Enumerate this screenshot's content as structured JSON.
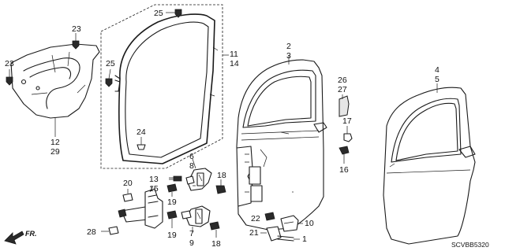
{
  "diagram_code": "SCVBB5320",
  "direction_label": "FR.",
  "callouts": {
    "c23a": "23",
    "c23b": "23",
    "c12": "12",
    "c29": "29",
    "c25a": "25",
    "c25b": "25",
    "c11": "11",
    "c14": "14",
    "c24": "24",
    "c2": "2",
    "c3": "3",
    "c26": "26",
    "c27": "27",
    "c17": "17",
    "c16": "16",
    "c4": "4",
    "c5": "5",
    "c6": "6",
    "c8": "8",
    "c13": "13",
    "c15": "15",
    "c20": "20",
    "c18a": "18",
    "c18b": "18",
    "c19a": "19",
    "c19b": "19",
    "c7": "7",
    "c9": "9",
    "c22": "22",
    "c10": "10",
    "c21": "21",
    "c1": "1",
    "c28": "28"
  }
}
